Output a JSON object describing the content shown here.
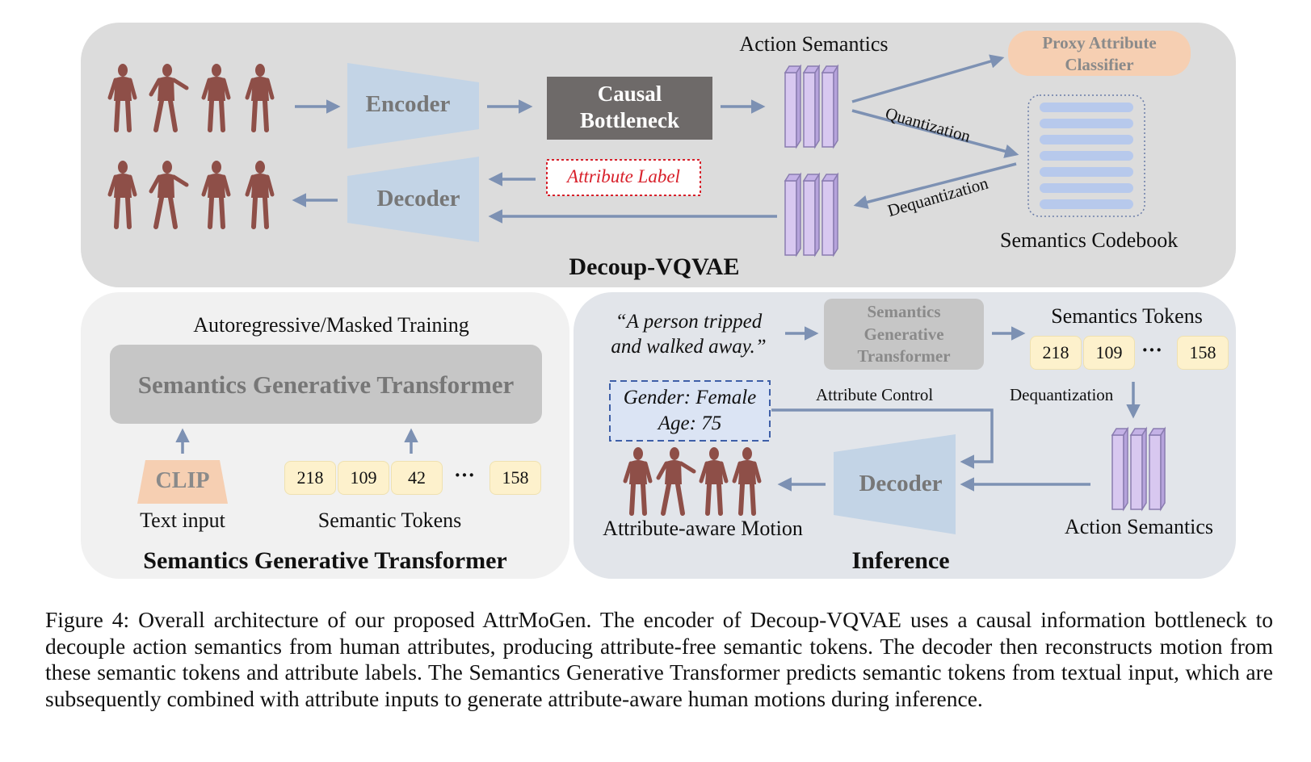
{
  "top_panel": {
    "title": "Decoup-VQVAE",
    "encoder": "Encoder",
    "decoder": "Decoder",
    "bottleneck_line1": "Causal",
    "bottleneck_line2": "Bottleneck",
    "attribute_label": "Attribute Label",
    "action_semantics": "Action Semantics",
    "proxy_line1": "Proxy Attribute",
    "proxy_line2": "Classifier",
    "quantization": "Quantization",
    "dequantization": "Dequantization",
    "codebook": "Semantics Codebook"
  },
  "sgt_panel": {
    "title": "Semantics Generative Transformer",
    "training": "Autoregressive/Masked Training",
    "transformer": "Semantics Generative Transformer",
    "clip": "CLIP",
    "text_input": "Text input",
    "semantic_tokens": "Semantic Tokens",
    "tokens": [
      "218",
      "109",
      "42",
      "158"
    ],
    "ellipsis": "···"
  },
  "inference_panel": {
    "title": "Inference",
    "quote_line1": "“A person tripped",
    "quote_line2": "and walked away.”",
    "sgt_line1": "Semantics",
    "sgt_line2": "Generative",
    "sgt_line3": "Transformer",
    "semantics_tokens": "Semantics Tokens",
    "tokens": [
      "218",
      "109",
      "158"
    ],
    "ellipsis": "···",
    "gender": "Gender: Female",
    "age": "Age: 75",
    "attribute_control": "Attribute Control",
    "dequantization": "Dequantization",
    "decoder": "Decoder",
    "motion": "Attribute-aware Motion",
    "action_semantics": "Action Semantics"
  },
  "caption": "Figure 4: Overall architecture of our proposed AttrMoGen. The encoder of Decoup-VQVAE uses a causal information bottleneck to decouple action semantics from human attributes, producing attribute-free semantic tokens. The decoder then reconstructs motion from these semantic tokens and attribute labels. The Semantics Generative Transformer predicts semantic tokens from textual input, which are subsequently combined with attribute inputs to generate attribute-aware human motions during inference.",
  "colors": {
    "arrow": "#7d91b3",
    "trapezoid": "#c3d4e6",
    "bottleneck": "#6e6a69",
    "proxy": "#f6cfb2",
    "proxy_text": "#8a8a8a",
    "codebook_bar": "#b7c9ec",
    "attr_red": "#d8202a",
    "bar_purple": "#d8c8f0",
    "figure_body": "#8e4f48",
    "token_bg": "#fdf1cc"
  }
}
